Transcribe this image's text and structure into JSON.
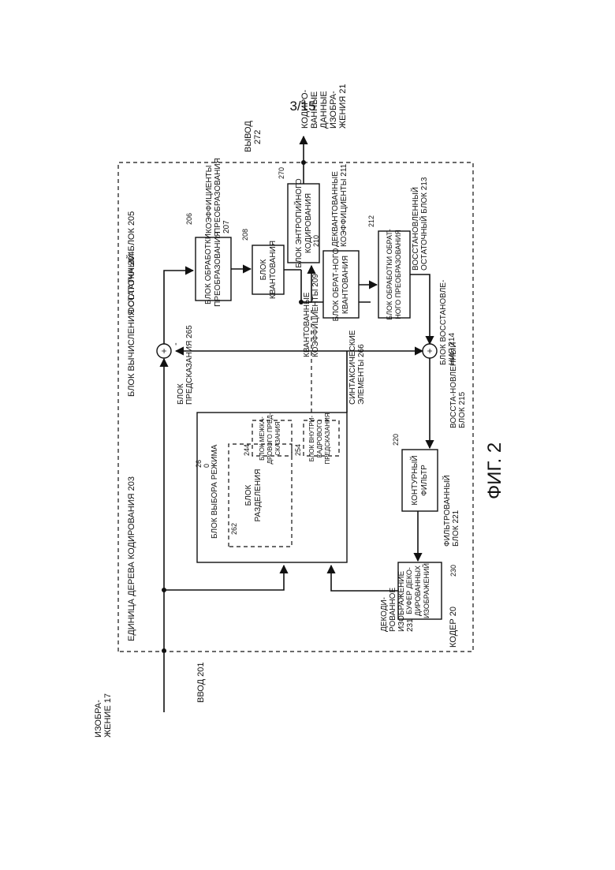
{
  "page_number": "3/15",
  "figure_label": "ФИГ. 2",
  "encoder": "КОДЕР 20",
  "input_picture": [
    "ИЗОБРА-",
    "ЖЕНИЕ 17"
  ],
  "input_201": "ВВОД 201",
  "ctu_203": "ЕДИНИЦА ДЕРЕВА КОДИРОВАНИЯ 203",
  "residual_calc_204": "БЛОК ВЫЧИСЛЕНИЯ ОСТАТКА 204",
  "residual_block_205": "ОСТАТОЧНЫЙ БЛОК 205",
  "transform_206": [
    "БЛОК ОБРАБОТКИ",
    "ПРЕОБРАЗОВАНИЯ"
  ],
  "num_206": "206",
  "coeffs_207": [
    "КОЭФФИЦИЕНТЫ",
    "ПРЕОБРАЗОВАНИЯ",
    "207"
  ],
  "quant_208": [
    "БЛОК",
    "КВАНТОВАНИЯ"
  ],
  "num_208": "208",
  "quant_coeffs_209": [
    "КВАНТОВАННЫЕ",
    "КОЭФФИЦИЕНТЫ 209"
  ],
  "entropy_270": [
    "БЛОК ЭНТРОПИЙНОГО",
    "КОДИРОВАНИЯ"
  ],
  "num_270": "270",
  "output_272": [
    "ВЫВОД",
    "272"
  ],
  "encoded_21": [
    "КОДИРО-",
    "ВАННЫЕ",
    "ДАННЫЕ",
    "ИЗОБРА-",
    "ЖЕНИЯ 21"
  ],
  "inv_quant_210": [
    "БЛОК ОБРАТ-НОГО",
    "КВАНТОВАНИЯ"
  ],
  "num_210": "210",
  "dequant_211": [
    "ДЕКВАНТОВАННЫЕ",
    "КОЭФФИЦИЕНТЫ 211"
  ],
  "inv_transform_212": [
    "БЛОК ОБРАБОТКИ ОБРАТ-",
    "НОГО ПРЕОБРАЗОВАНИЯ"
  ],
  "num_212": "212",
  "recon_residual_213": [
    "ВОССТАНОВЛЕННЫЙ",
    "ОСТАТОЧНЫЙ БЛОК 213"
  ],
  "recon_unit_214": [
    "БЛОК ВОССТАНОВЛЕ-",
    "НИЯ 214"
  ],
  "recon_block_215": [
    "ВОССТА-НОВЛЕННЫЙ",
    "БЛОК 215"
  ],
  "pred_block_265": [
    "БЛОК",
    "ПРЕДСКАЗАНИЯ 265"
  ],
  "syntax_266": [
    "СИНТАКСИЧЕСКИЕ",
    "ЭЛЕМЕНТЫ 266"
  ],
  "mode_select": "БЛОК ВЫБОРА РЕЖИМА",
  "num_260": [
    "26",
    "0"
  ],
  "partition_262": [
    "БЛОК",
    "РАЗДЕЛЕНИЯ"
  ],
  "num_262": "262",
  "inter_244": [
    "БЛОК МЕЖКА-",
    "ДРОВОГО ПРЕД-",
    "СКАЗАНИЯ"
  ],
  "num_244": "244",
  "intra_254": [
    "БЛОК ВНУТРИ-",
    "КАДРОВОГО",
    "ПРЕДСКАЗАНИЯ"
  ],
  "num_254": "254",
  "loop_filter_220": [
    "КОНТУРНЫЙ",
    "ФИЛЬТР"
  ],
  "num_220": "220",
  "filtered_221": [
    "ФИЛЬТРОВАННЫЙ",
    "БЛОК 221"
  ],
  "dpb_230": [
    "БУФЕР ДЕКО-",
    "ДИРОВАННЫХ",
    "ИЗОБРАЖЕНИЙ"
  ],
  "num_230": "230",
  "decoded_231": [
    "ДЕКОДИ-",
    "РОВАННОЕ",
    "ИЗОБРАЖЕНИЕ",
    "231"
  ],
  "plus": "+",
  "minus": "-"
}
